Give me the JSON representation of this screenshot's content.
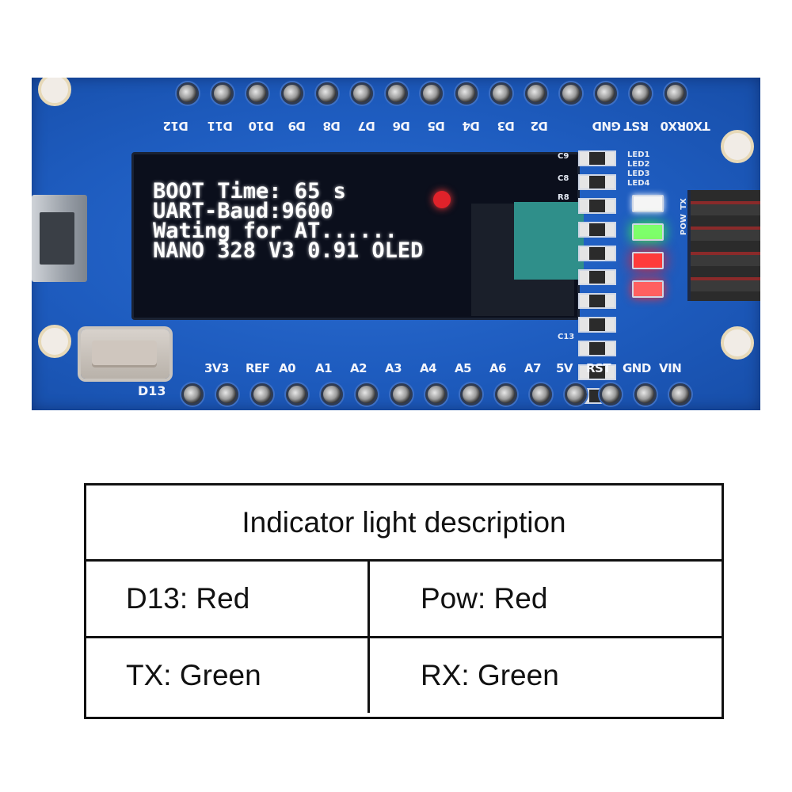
{
  "board": {
    "top_pins": [
      "TX0",
      "RX0",
      "RST",
      "GND",
      "D2",
      "D3",
      "D4",
      "D5",
      "D6",
      "D7",
      "D8",
      "D9",
      "D10",
      "D11",
      "D12"
    ],
    "bottom_pins": [
      "3V3",
      "REF",
      "A0",
      "A1",
      "A2",
      "A3",
      "A4",
      "A5",
      "A6",
      "A7",
      "5V",
      "RST",
      "GND",
      "VIN"
    ],
    "d13_label": "D13",
    "oled_lines": [
      "BOOT Time: 65 s",
      "UART-Baud:9600",
      "Wating for AT......",
      "NANO 328 V3 0.91 OLED"
    ],
    "smd_labels": [
      "C9",
      "C8",
      "R8",
      "C13"
    ],
    "led_labels": [
      "LED1",
      "LED2",
      "LED3",
      "LED4"
    ],
    "led_colors": [
      "#f5f5f5",
      "#7dff6a",
      "#ff3b3b",
      "#ff6060"
    ],
    "side_labels": [
      "POW",
      "TX"
    ]
  },
  "table": {
    "title": "Indicator light description",
    "rows": [
      [
        "D13: Red",
        "Pow: Red"
      ],
      [
        "TX: Green",
        "RX: Green"
      ]
    ]
  }
}
